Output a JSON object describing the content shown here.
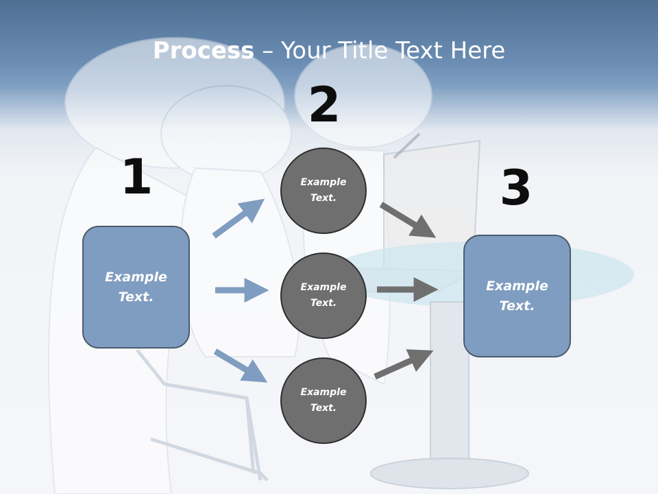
{
  "slide": {
    "title_bold": "Process",
    "title_rest": " – Your Title Text Here"
  },
  "steps": {
    "one": "1",
    "two": "2",
    "three": "3"
  },
  "boxes": {
    "left": "Example\nText.",
    "right": "Example\nText."
  },
  "circles": {
    "top": "Example\nText.",
    "middle": "Example\nText.",
    "bottom": "Example\nText."
  },
  "colors": {
    "box_fill": "#7f9dc0",
    "circle_fill": "#6f6f6f",
    "arrow_blue": "#7f9dc0",
    "arrow_gray": "#6f6f6f",
    "header": "#5b7ca2"
  }
}
